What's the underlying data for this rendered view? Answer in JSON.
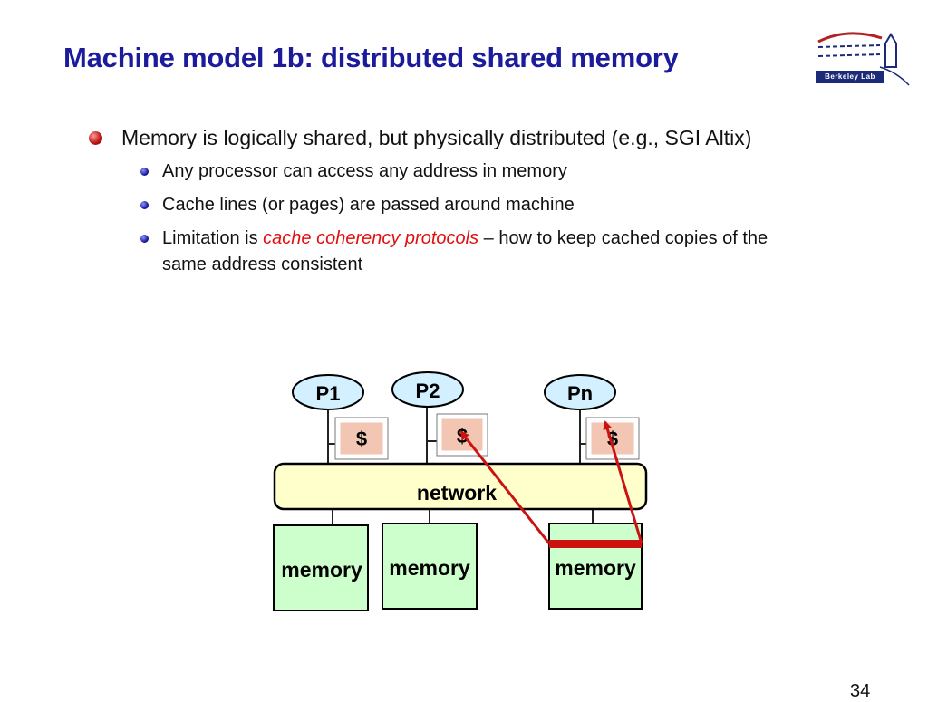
{
  "slide": {
    "title": "Machine model 1b: distributed shared memory",
    "page_number": "34",
    "logo_text": "Berkeley Lab"
  },
  "bullets": {
    "main": "Memory is logically shared, but physically distributed (e.g., SGI Altix)",
    "sub1": "Any processor can access any address in memory",
    "sub2": "Cache lines (or pages) are passed around machine",
    "sub3_prefix": "Limitation is ",
    "sub3_em": "cache coherency protocols",
    "sub3_suffix": " – how to keep cached copies of the same address consistent"
  },
  "diagram": {
    "processors": [
      "P1",
      "P2",
      "Pn"
    ],
    "cache_label": "$",
    "network_label": "network",
    "memory_label": "memory",
    "colors": {
      "processor_fill": "#d2f0ff",
      "cache_fill": "#f2c6b2",
      "network_fill": "#ffffcc",
      "memory_fill": "#ccffcc",
      "arrow": "#cc1111"
    }
  }
}
